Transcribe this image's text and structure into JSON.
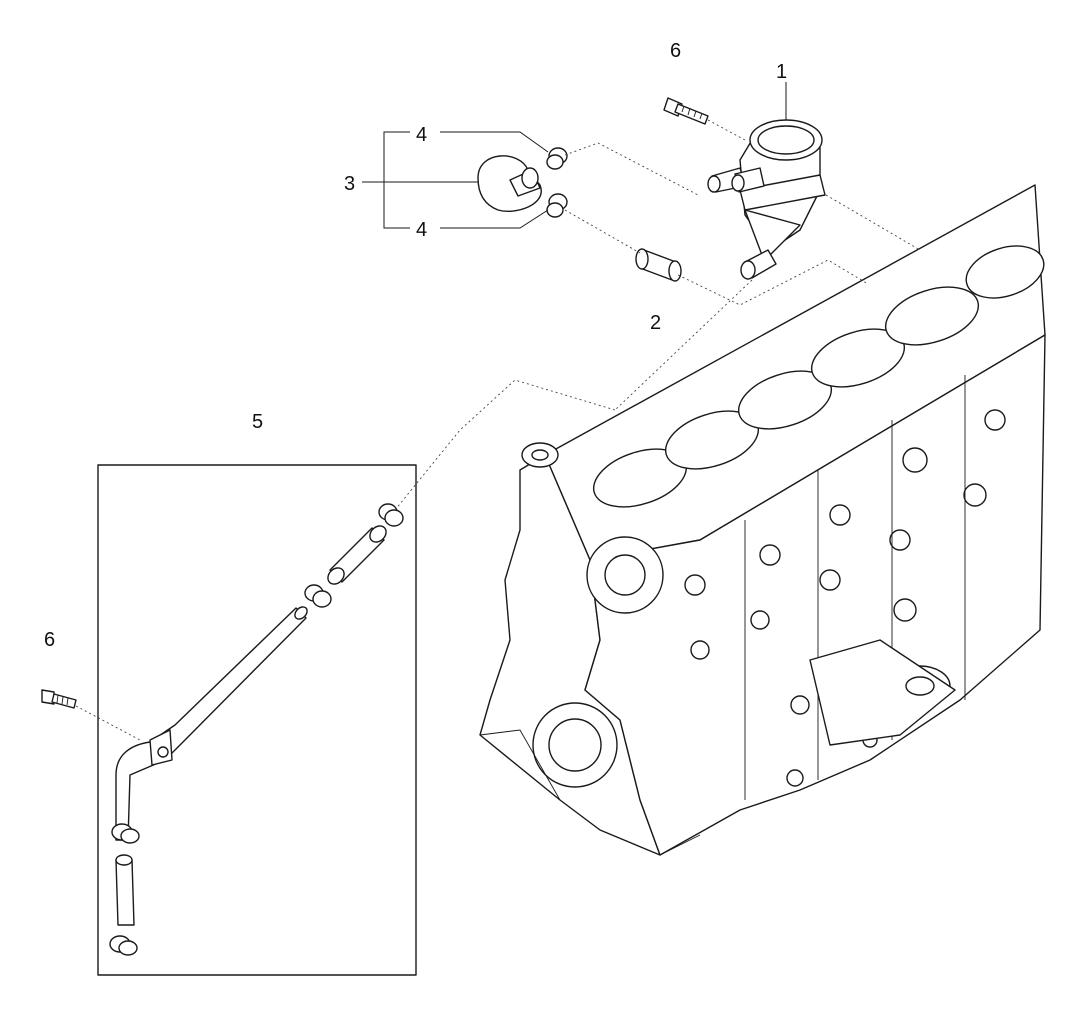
{
  "callouts": {
    "part_1": "1",
    "part_2": "2",
    "part_3": "3",
    "part_4_upper": "4",
    "part_4_lower": "4",
    "part_5": "5",
    "part_6_top": "6",
    "part_6_left": "6"
  },
  "colors": {
    "line": "#1a1a1a",
    "background": "#ffffff"
  }
}
